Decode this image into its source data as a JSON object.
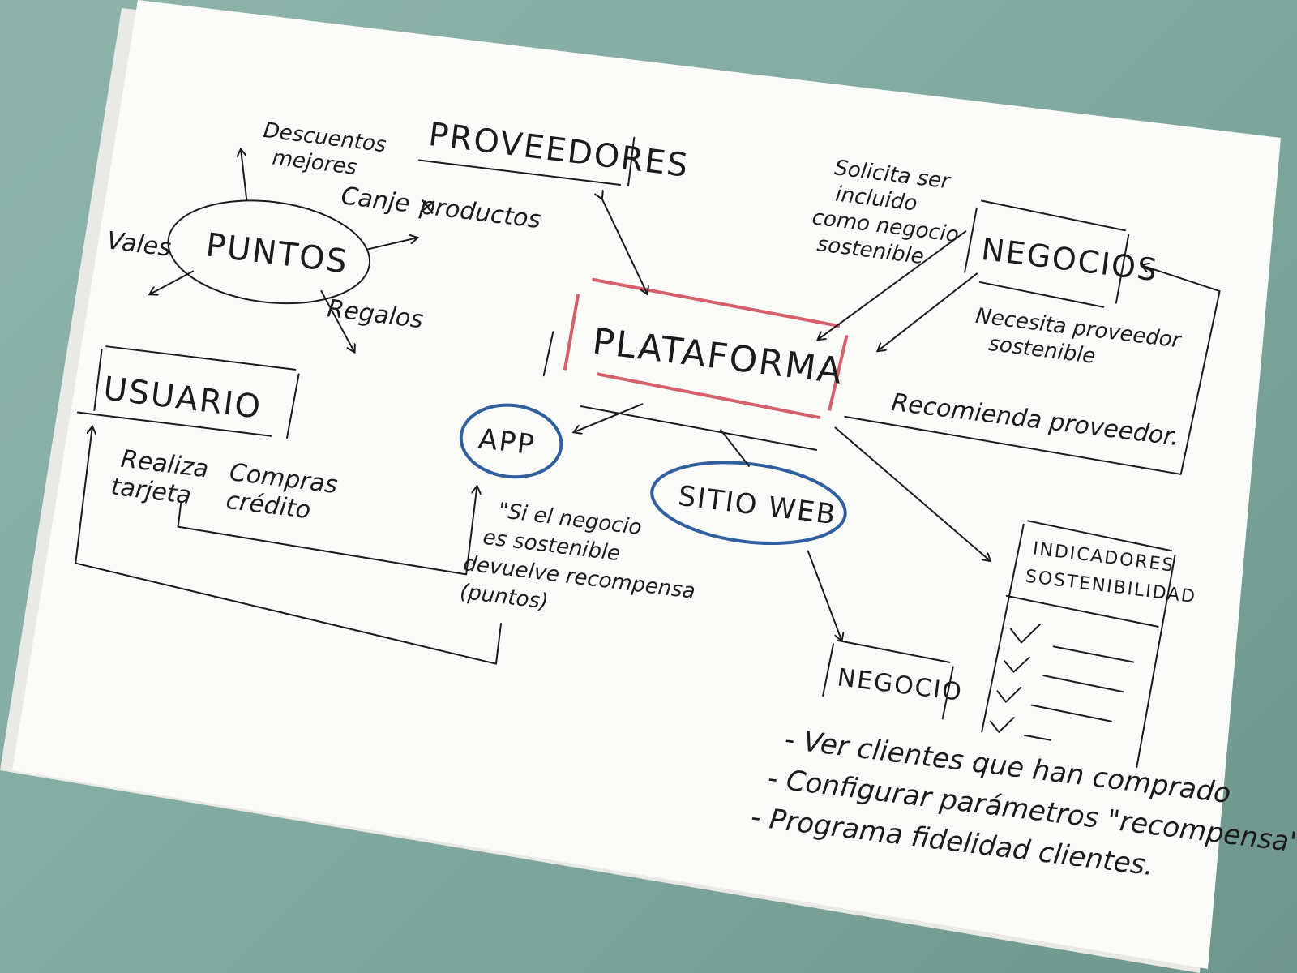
{
  "nodes": {
    "proveedores": "PROVEEDORES",
    "negocios": "NEGOCIOS",
    "plataforma": "PLATAFORMA",
    "puntos": "PUNTOS",
    "usuario": "USUARIO",
    "app": "APP",
    "sitio_web": "SITIO WEB",
    "negocio": "NEGOCIO",
    "indicadores_line1": "INDICADORES",
    "indicadores_line2": "SOSTENIBILIDAD"
  },
  "puntos_branches": {
    "descuentos_line1": "Descuentos",
    "descuentos_line2": "mejores",
    "canje": "Canje ×",
    "productos": "productos",
    "vales": "Vales",
    "regalos": "Regalos"
  },
  "annotations": {
    "solicita": [
      "Solicita ser",
      "incluido",
      "como negocio",
      "sostenible"
    ],
    "necesita": [
      "Necesita proveedor",
      "sostenible"
    ],
    "recomienda": "Recomienda proveedor.",
    "realiza_line1": "Realiza",
    "realiza_line2": "tarjeta",
    "compras_line1": "Compras",
    "compras_line2": "crédito",
    "si_negocio": [
      "\"Si el negocio",
      "es sostenible",
      "devuelve recompensa",
      "(puntos)"
    ]
  },
  "negocio_features": [
    "- Ver clientes que han comprado",
    "- Configurar parámetros \"recompensa\"",
    "- Programa fidelidad clientes."
  ],
  "colors": {
    "plataforma_accent": "#d6606a",
    "app_accent": "#2f5f9e",
    "paper": "#fbfbf9",
    "ink": "#1b1b1b"
  }
}
